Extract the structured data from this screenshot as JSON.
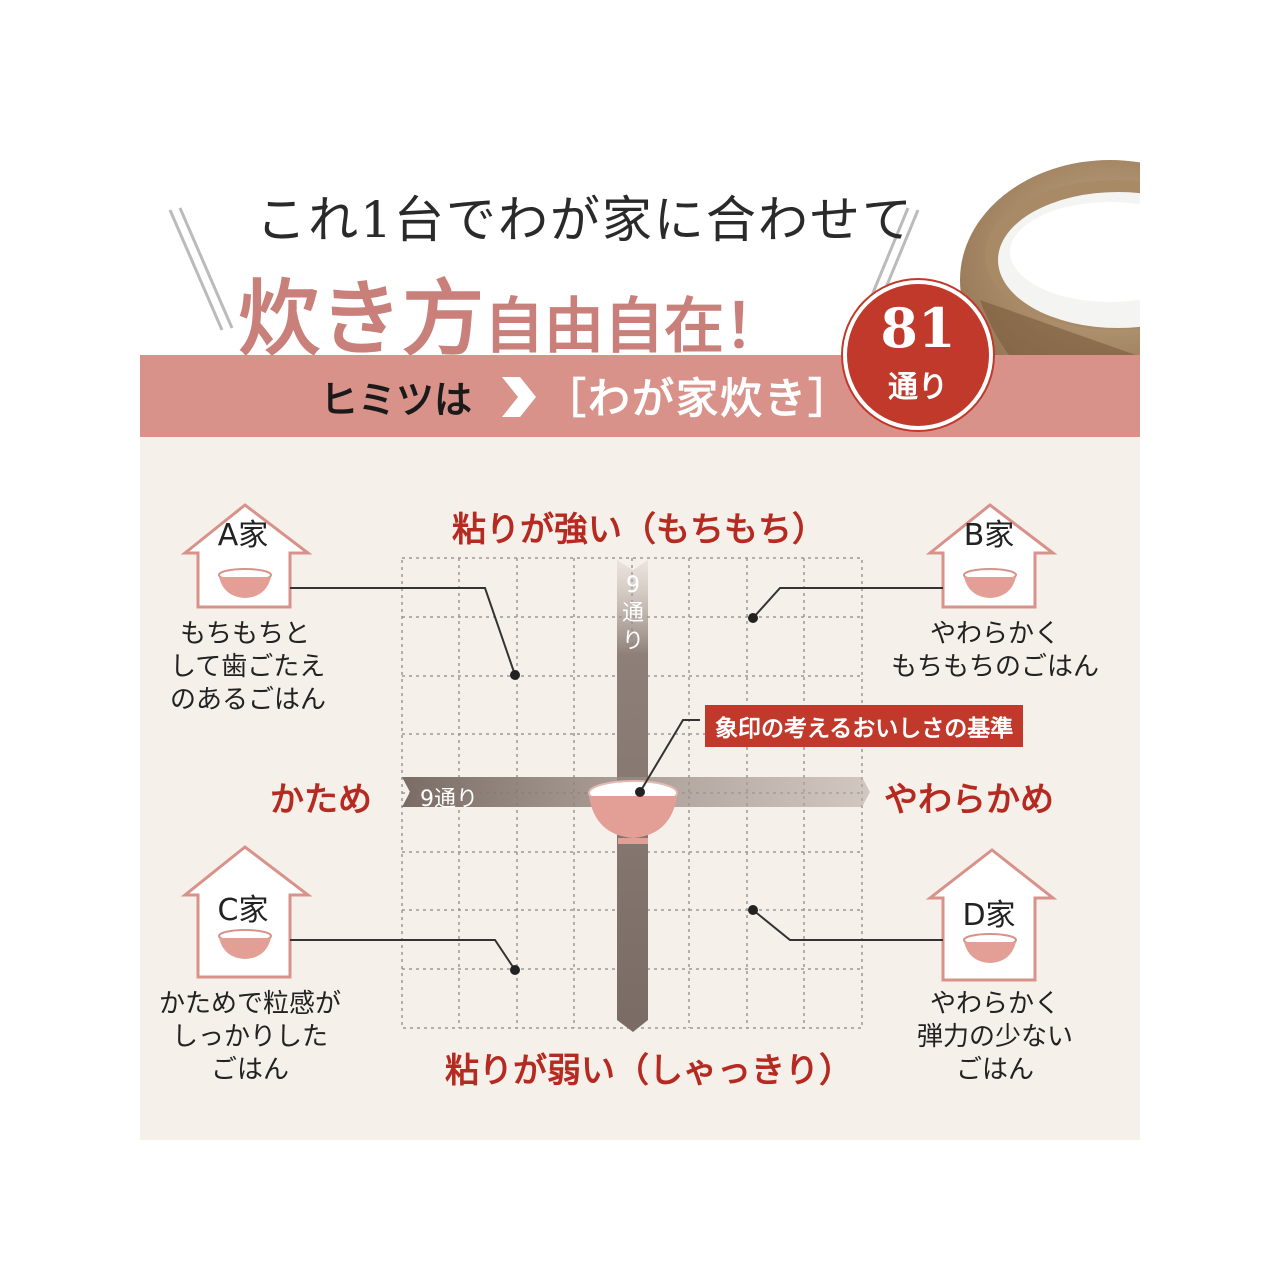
{
  "header": {
    "headline_line1": "これ1台でわが家に合わせて",
    "headline_line2_big": "炊き方",
    "headline_line2_mid": "自由自在！",
    "badge_number": "81",
    "badge_unit": "通り"
  },
  "banner": {
    "lead_text": "ヒミツは",
    "feature_text": "［わが家炊き］"
  },
  "axes": {
    "top": "粘りが強い（もちもち）",
    "bottom": "粘りが弱い（しゃっきり）",
    "left": "かため",
    "right": "やわらかめ",
    "vertical_count": "9通り",
    "horizontal_count": "9通り"
  },
  "center_label": "象印の考えるおいしさの基準",
  "houses": [
    {
      "id": "A",
      "title": "A家",
      "description_lines": [
        "もちもちと",
        "して歯ごたえ",
        "のあるごはん"
      ]
    },
    {
      "id": "B",
      "title": "B家",
      "description_lines": [
        "やわらかく",
        "もちもちのごはん"
      ]
    },
    {
      "id": "C",
      "title": "C家",
      "description_lines": [
        "かためで粒感が",
        "しっかりした",
        "ごはん"
      ]
    },
    {
      "id": "D",
      "title": "D家",
      "description_lines": [
        "やわらかく",
        "弾力の少ない",
        "ごはん"
      ]
    }
  ],
  "colors": {
    "accent_red": "#c0392b",
    "banner_pink": "#d8928a",
    "headline_pink": "#c97f7a",
    "background": "#f6f0ea"
  }
}
